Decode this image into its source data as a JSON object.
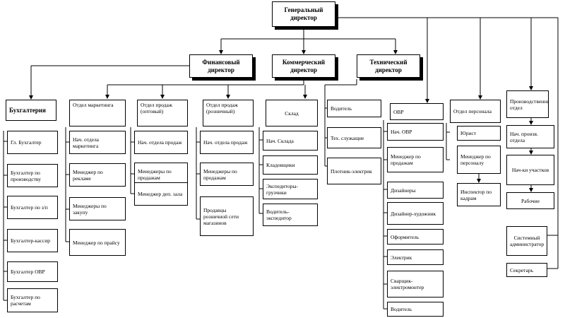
{
  "top": {
    "general_director": "Генеральный директор"
  },
  "directors": {
    "financial": "Финансовый директор",
    "commercial": "Коммерческий директор",
    "technical": "Технический директор"
  },
  "accounting": {
    "header": "Бухгалтерия",
    "items": [
      "Гл. Бухгалтер",
      "Бухгалтер по производству",
      "Бухгалтер по з/п",
      "Бухгалтер-кассир",
      "Бухгалтер ОВР",
      "Бухгалтер по расчетам"
    ]
  },
  "marketing": {
    "header": "Отдел маркетинга",
    "items": [
      "Нач. отдела маркетинга",
      "Менеджер по рекламе",
      "Менеджеры по закупу",
      "Менеджер по прайсу"
    ]
  },
  "sales_wholesale": {
    "header": "Отдел продаж (оптовый)",
    "items": [
      "Нач. отдела продаж",
      "Менеджеры по продажам",
      "Менеджер деп. зала"
    ]
  },
  "sales_retail": {
    "header": "Отдел продаж (розничный)",
    "items": [
      "Нач. отдела продаж",
      "Менеджеры по продажам",
      "Продавцы розничной сети магазинов"
    ]
  },
  "warehouse": {
    "header": "Склад",
    "items": [
      "Нач. Склада",
      "Кладовщики",
      "Экспедиторы-грузчики",
      "Водитель-экспедитор"
    ]
  },
  "technical": {
    "items": [
      "Водитель",
      "Тех. служащие",
      "Плотник-электрик"
    ]
  },
  "ovr": {
    "header": "ОВР",
    "items": [
      "Нач. ОВР",
      "Менеджер по продажам",
      "Дизайнеры",
      "Дизайнер-художник",
      "Оформитель",
      "Электрик",
      "Сварщик-электромонтер",
      "Водитель"
    ]
  },
  "personnel": {
    "header": "Отдел персонала",
    "items": [
      "Юрист",
      "Менеджер по персоналу",
      "Инспектор по кадрам"
    ]
  },
  "production": {
    "header": "Производственный отдел",
    "items": [
      "Нач. произв. отдела",
      "Нач-ки участков",
      "Рабочие"
    ]
  },
  "staff": {
    "items": [
      "Системный администратор",
      "Секретарь"
    ]
  }
}
